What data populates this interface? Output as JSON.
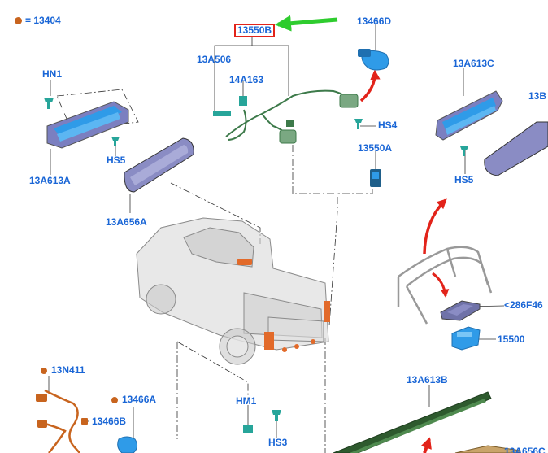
{
  "legend": {
    "symbol_value": "= 13404",
    "dot_color": "#c8641e"
  },
  "colors": {
    "label": "#1a66d6",
    "highlight_box": "#e2231a",
    "green_arrow": "#2ecc2e",
    "red_arrow": "#e2231a",
    "lamp_blue": "#2f9be8",
    "lens_purple": "#8a8cc4",
    "harness_green": "#3d7a4a",
    "bar_green": "#2e5a2e"
  },
  "labels": {
    "l_13550B": "13550B",
    "l_13466D": "13466D",
    "l_13A506": "13A506",
    "l_14A163": "14A163",
    "l_HS4": "HS4",
    "l_13550A": "13550A",
    "l_HN1": "HN1",
    "l_HS5a": "HS5",
    "l_13A613A": "13A613A",
    "l_13A656A": "13A656A",
    "l_13A613C": "13A613C",
    "l_13B": "13B",
    "l_HS5b": "HS5",
    "l_286F46": "<286F46",
    "l_15500": "15500",
    "l_13N411": "13N411",
    "l_13466A": "13466A",
    "l_13466B": "13466B",
    "l_HM1": "HM1",
    "l_HS3": "HS3",
    "l_13A613B": "13A613B",
    "l_13A656C": "13A656C"
  },
  "icons": {
    "legend_dot": "orange-dot-icon",
    "callout_arrow": "green-arrow-icon",
    "motion_arrow": "red-arrow-icon"
  }
}
